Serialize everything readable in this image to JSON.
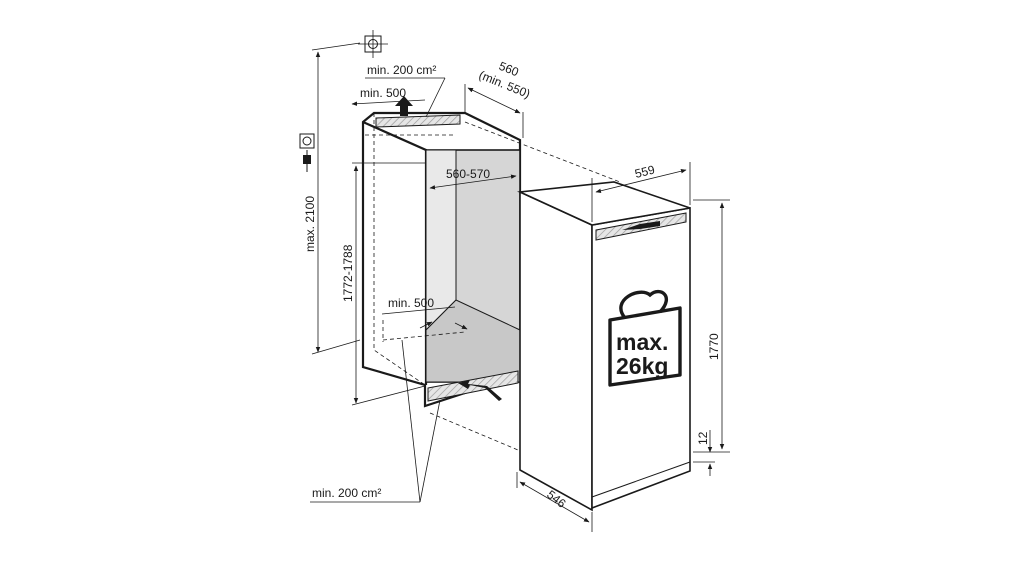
{
  "labels": {
    "top_vent_area": "min. 200 cm²",
    "top_gap": "min. 500",
    "niche_depth": "560",
    "niche_depth_min": "(min. 550)",
    "niche_width": "560-570",
    "appliance_width": "559",
    "max_height": "max. 2100",
    "niche_height": "1772-1788",
    "bottom_gap": "min. 500",
    "appliance_height": "1770",
    "base_gap": "12",
    "bottom_vent_area": "min. 200 cm²",
    "appliance_depth": "546",
    "weight_line1": "max.",
    "weight_line2": "26kg"
  },
  "icons": [
    "crosshair-icon",
    "power-socket-icon",
    "weight-icon",
    "arrow-up-icon",
    "arrow-left-icon"
  ]
}
